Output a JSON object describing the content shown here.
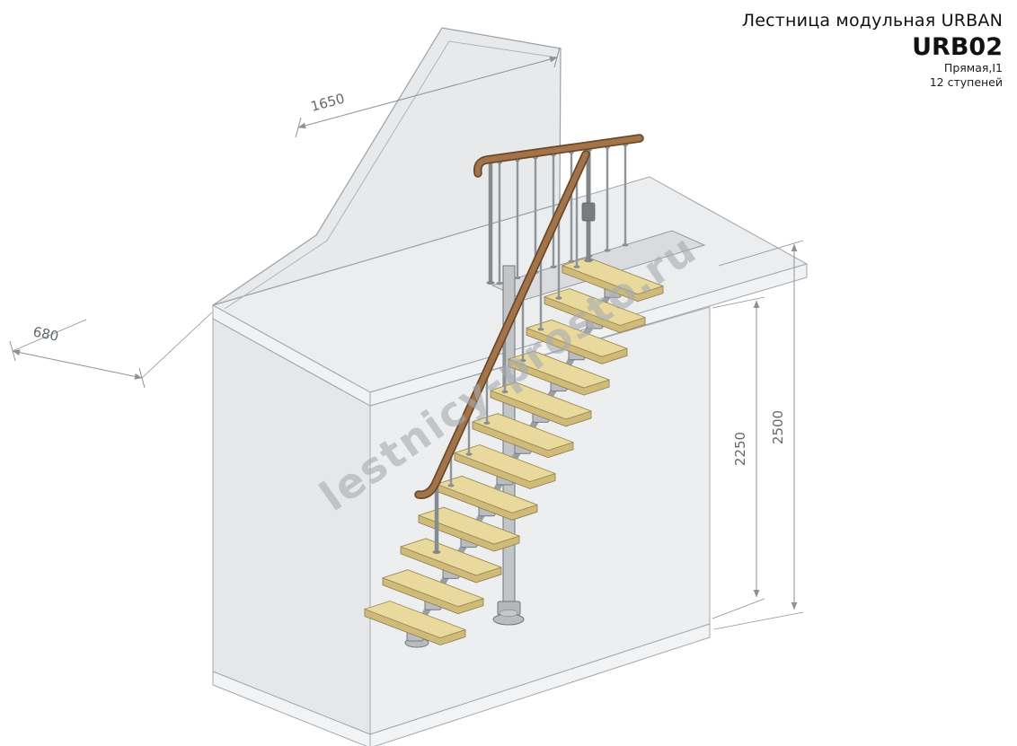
{
  "header": {
    "title": "Лестница модульная URBAN",
    "model": "URB02",
    "type_line": "Прямая,I1",
    "steps_line": "12 ступеней"
  },
  "drawing": {
    "steps_count": 12,
    "watermark": "lestnicy-prosto.ru",
    "dims": {
      "d1650": "1650",
      "d680": "680",
      "d2500": "2500",
      "d2250": "2250"
    },
    "colors": {
      "wall": "#e8e9eb",
      "wall_light": "#edeef0",
      "floor_slab": "#f2f3f4",
      "platform": "#ebedee",
      "opening": "#d9dbde",
      "step_wood": "#e9d99c",
      "step_wood_side": "#cfba7a",
      "handrail_wood": "#a3744a",
      "metal": "#b9bdc1",
      "dimension_line": "#8d9298"
    }
  }
}
